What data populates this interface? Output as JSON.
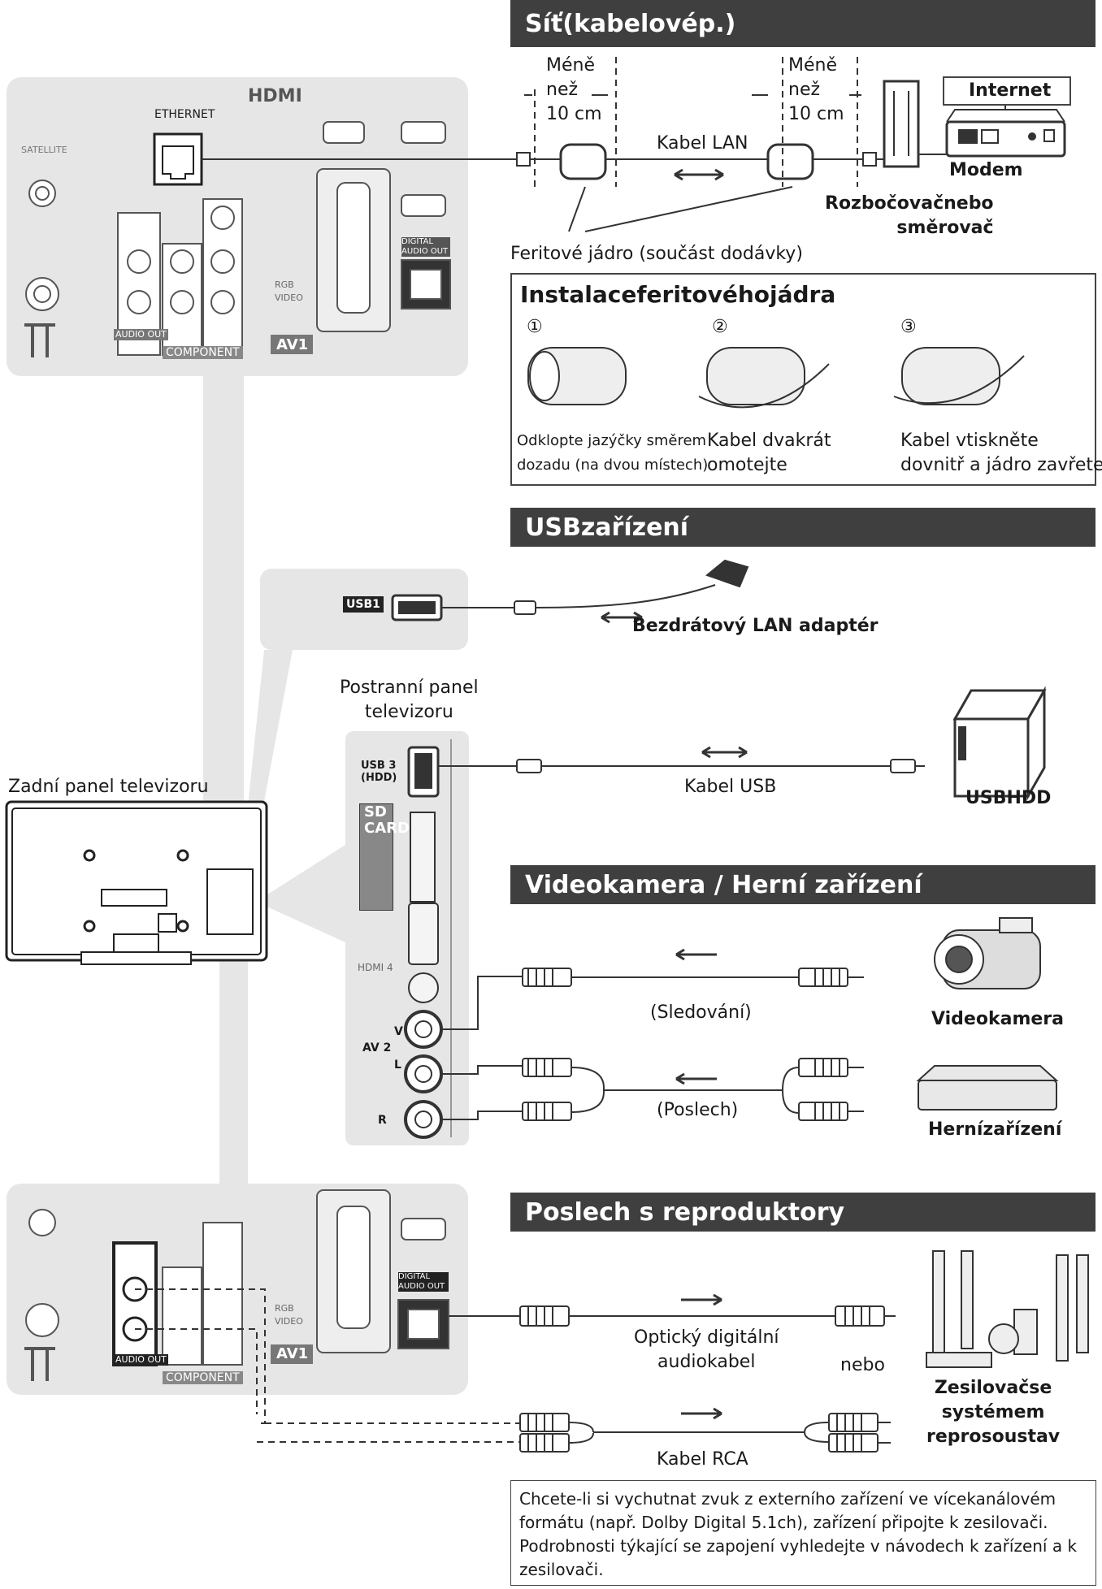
{
  "sections": {
    "net": "Síť(kabelovép.)",
    "usb": "USBzařízení",
    "video": "Videokamera / Herní zařízení",
    "audio": "Poslech s reproduktory"
  },
  "tv_rear": {
    "ethernet": "ETHERNET",
    "hdmi_logo": "HDMI",
    "satellite": "SATELLITE",
    "av1": "AV1",
    "audio_out": "AUDIO OUT",
    "component": "COMPONENT",
    "rgb": "RGB",
    "video": "VIDEO",
    "digital_audio_out": "DIGITAL AUDIO OUT"
  },
  "network": {
    "less_than_1": "Méně\nnež\n10 cm",
    "less_than_2": "Méně\nnež\n10 cm",
    "lan_cable": "Kabel LAN",
    "internet": "Internet",
    "modem": "Modem",
    "router": "Rozbočovačnebo\nsměrovač",
    "ferrite": "Feritové jádro (součást dodávky)"
  },
  "install": {
    "title": "Instalaceferitovéhojádra",
    "steps": [
      {
        "num": "①",
        "text": "Odklopte jazýčky směrem\ndozadu (na dvou místech)"
      },
      {
        "num": "②",
        "text": "Kabel dvakrát\nomotejte"
      },
      {
        "num": "③",
        "text": "Kabel vtiskněte\ndovnitř a jádro zavřete"
      }
    ]
  },
  "usb_section": {
    "usb1": "USB1",
    "adapter": "Bezdrátový LAN adaptér"
  },
  "side_panel": {
    "caption": "Postranní panel\ntelevizoru",
    "usb3": "USB 3\n(HDD)",
    "sd": "SD\nCARD",
    "hdmi4": "HDMI 4",
    "av2": "AV 2",
    "v": "V",
    "l": "L",
    "r": "R"
  },
  "rear_caption": "Zadní panel televizoru",
  "usb_hdd": {
    "cable": "Kabel USB",
    "device": "USBHDD"
  },
  "video_section": {
    "watch": "(Sledování)",
    "listen": "(Poslech)",
    "camera": "Videokamera",
    "game": "Hernízařízení"
  },
  "audio_section": {
    "optical": "Optický digitální\naudiokabel",
    "or": "nebo",
    "rca": "Kabel RCA",
    "amp": "Zesilovačse\nsystémem\nreprosoustav"
  },
  "note": "Chcete-li si vychutnat zvuk z externího zařízení ve vícekanálovém formátu (např. Dolby Digital 5.1ch), zařízení připojte k zesilovači. Podrobnosti týkající se zapojení vyhledejte v návodech k zařízení a k zesilovači.",
  "colors": {
    "header_bg": "#3f3f3f",
    "panel_bg": "#e6e6e6"
  }
}
